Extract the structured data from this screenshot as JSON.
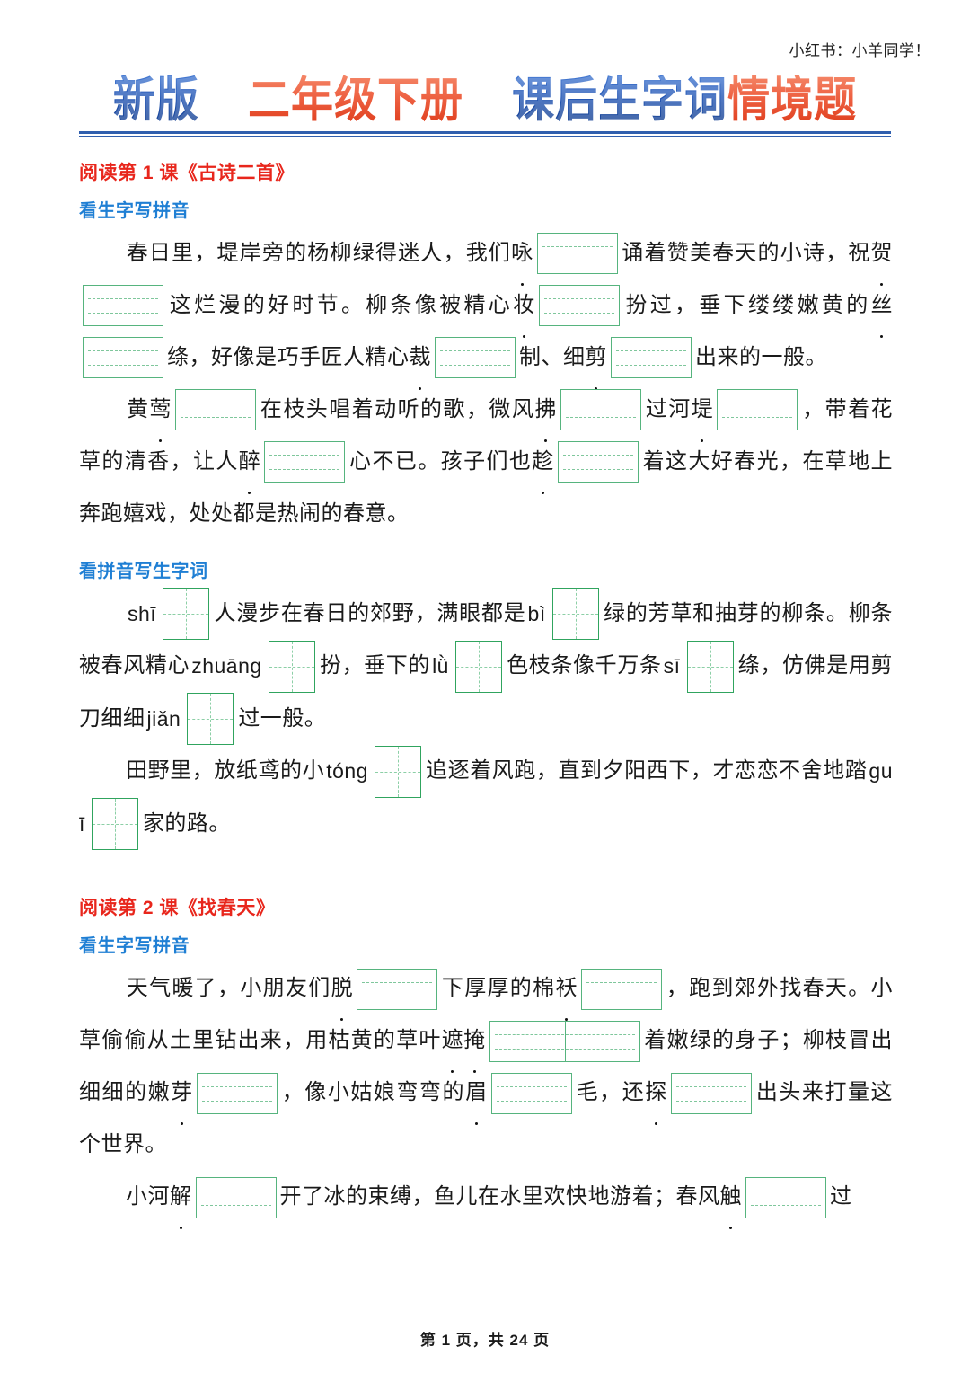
{
  "header": {
    "watermark": "小红书：小羊同学！"
  },
  "title": {
    "seg1": "新版",
    "seg2": "二年级下册",
    "seg3": "课后生字词",
    "seg4": "情境题"
  },
  "colors": {
    "title_blue": "#2457b5",
    "title_orange": "#e8543a",
    "rule_blue": "#2f5fae",
    "lesson_heading_red": "#e8261c",
    "sub_heading_blue": "#1f7fd4",
    "box_green": "#56b47e",
    "grid_green": "#30a45e",
    "dash_green": "#8ccfa6"
  },
  "lessons": [
    {
      "heading": "阅读第 1 课《古诗二首》",
      "sections": [
        {
          "sub_heading": "看生字写拼音",
          "paragraphs": [
            {
              "indent": true,
              "runs": [
                {
                  "t": "text",
                  "v": "春日里，堤岸旁的杨柳绿得迷人，我们"
                },
                {
                  "t": "dot",
                  "v": "咏"
                },
                {
                  "t": "box",
                  "v": "pinyin"
                },
                {
                  "t": "text",
                  "v": "诵着赞美春天的小诗，祝"
                },
                {
                  "t": "dot",
                  "v": "贺"
                },
                {
                  "t": "box",
                  "v": "pinyin"
                },
                {
                  "t": "text",
                  "v": "这烂漫的好时节。柳条像被精心"
                },
                {
                  "t": "dot",
                  "v": "妆"
                },
                {
                  "t": "box",
                  "v": "pinyin"
                },
                {
                  "t": "text",
                  "v": "扮过，垂下缕缕嫩黄的"
                },
                {
                  "t": "dot",
                  "v": "丝"
                },
                {
                  "t": "box",
                  "v": "pinyin"
                },
                {
                  "t": "text",
                  "v": "绦，好像是巧手匠人精心"
                },
                {
                  "t": "dot",
                  "v": "裁"
                },
                {
                  "t": "box",
                  "v": "pinyin"
                },
                {
                  "t": "text",
                  "v": "制、细"
                },
                {
                  "t": "dot",
                  "v": "剪"
                },
                {
                  "t": "box",
                  "v": "pinyin"
                },
                {
                  "t": "text",
                  "v": "出来的一般。"
                }
              ]
            },
            {
              "indent": true,
              "runs": [
                {
                  "t": "text",
                  "v": "黄"
                },
                {
                  "t": "dot",
                  "v": "莺"
                },
                {
                  "t": "box",
                  "v": "pinyin"
                },
                {
                  "t": "text",
                  "v": "在枝头唱着动听的歌，微风"
                },
                {
                  "t": "dot",
                  "v": "拂"
                },
                {
                  "t": "box",
                  "v": "pinyin"
                },
                {
                  "t": "text",
                  "v": "过河"
                },
                {
                  "t": "dot",
                  "v": "堤"
                },
                {
                  "t": "box",
                  "v": "pinyin"
                },
                {
                  "t": "text",
                  "v": "，带着花草的清香，让人"
                },
                {
                  "t": "dot",
                  "v": "醉"
                },
                {
                  "t": "box",
                  "v": "pinyin"
                },
                {
                  "t": "text",
                  "v": "心不已。孩子们也"
                },
                {
                  "t": "dot",
                  "v": "趁"
                },
                {
                  "t": "box",
                  "v": "pinyin"
                },
                {
                  "t": "text",
                  "v": "着这大好春光，在草地上奔跑嬉戏，处处都是热闹的春意。"
                }
              ]
            }
          ]
        },
        {
          "sub_heading": "看拼音写生字词",
          "paragraphs": [
            {
              "indent": true,
              "runs": [
                {
                  "t": "py",
                  "v": "shī"
                },
                {
                  "t": "grid",
                  "v": "1"
                },
                {
                  "t": "text",
                  "v": "人漫步在春日的郊野，满眼都是"
                },
                {
                  "t": "py",
                  "v": "bì"
                },
                {
                  "t": "grid",
                  "v": "1"
                },
                {
                  "t": "text",
                  "v": "绿的芳草和抽芽的柳条。柳条被春风精心"
                },
                {
                  "t": "py",
                  "v": "zhuāng"
                },
                {
                  "t": "grid",
                  "v": "1"
                },
                {
                  "t": "text",
                  "v": "扮，垂下的"
                },
                {
                  "t": "py",
                  "v": "lǜ"
                },
                {
                  "t": "grid",
                  "v": "1"
                },
                {
                  "t": "text",
                  "v": "色枝条像千万条"
                },
                {
                  "t": "py",
                  "v": "sī"
                },
                {
                  "t": "grid",
                  "v": "1"
                },
                {
                  "t": "text",
                  "v": "绦，仿佛是用剪刀细细"
                },
                {
                  "t": "py",
                  "v": "jiǎn"
                },
                {
                  "t": "grid",
                  "v": "1"
                },
                {
                  "t": "text",
                  "v": "过一般。"
                }
              ]
            },
            {
              "indent": true,
              "runs": [
                {
                  "t": "text",
                  "v": "田野里，放纸鸢的小"
                },
                {
                  "t": "py",
                  "v": "tóng"
                },
                {
                  "t": "grid",
                  "v": "1"
                },
                {
                  "t": "text",
                  "v": "追逐着风跑，直到夕阳西下，才恋恋不舍地踏"
                },
                {
                  "t": "py",
                  "v": "guī"
                },
                {
                  "t": "grid",
                  "v": "1"
                },
                {
                  "t": "text",
                  "v": "家的路。"
                }
              ]
            }
          ]
        }
      ]
    },
    {
      "heading": "阅读第 2 课《找春天》",
      "sections": [
        {
          "sub_heading": "看生字写拼音",
          "paragraphs": [
            {
              "indent": true,
              "runs": [
                {
                  "t": "text",
                  "v": "天气暖了，小朋友们"
                },
                {
                  "t": "dot",
                  "v": "脱"
                },
                {
                  "t": "box",
                  "v": "pinyin"
                },
                {
                  "t": "text",
                  "v": "下厚厚的棉"
                },
                {
                  "t": "dot",
                  "v": "袄"
                },
                {
                  "t": "box",
                  "v": "pinyin"
                },
                {
                  "t": "text",
                  "v": "，跑到郊外找春天。小草偷偷从土里钻出来，用枯黄的草叶"
                },
                {
                  "t": "dot",
                  "v": "遮"
                },
                {
                  "t": "dot",
                  "v": "掩"
                },
                {
                  "t": "box",
                  "v": "pinyin-wide"
                },
                {
                  "t": "text",
                  "v": "着嫩绿的身子；柳枝冒出细细的嫩"
                },
                {
                  "t": "dot",
                  "v": "芽"
                },
                {
                  "t": "box",
                  "v": "pinyin"
                },
                {
                  "t": "text",
                  "v": "，像小姑娘弯弯的"
                },
                {
                  "t": "dot",
                  "v": "眉"
                },
                {
                  "t": "box",
                  "v": "pinyin"
                },
                {
                  "t": "text",
                  "v": "毛，还"
                },
                {
                  "t": "dot",
                  "v": "探"
                },
                {
                  "t": "box",
                  "v": "pinyin"
                },
                {
                  "t": "text",
                  "v": "出头来打量这个世界。"
                }
              ]
            },
            {
              "indent": true,
              "runs": [
                {
                  "t": "text",
                  "v": "小河"
                },
                {
                  "t": "dot",
                  "v": "解"
                },
                {
                  "t": "box",
                  "v": "pinyin"
                },
                {
                  "t": "text",
                  "v": "开了冰的束缚，鱼儿在水里欢快地游着；春风"
                },
                {
                  "t": "dot",
                  "v": "触"
                },
                {
                  "t": "box",
                  "v": "pinyin"
                },
                {
                  "t": "text",
                  "v": "过"
                }
              ]
            }
          ]
        }
      ]
    }
  ],
  "footer": {
    "text": "第 1 页，共 24 页"
  }
}
